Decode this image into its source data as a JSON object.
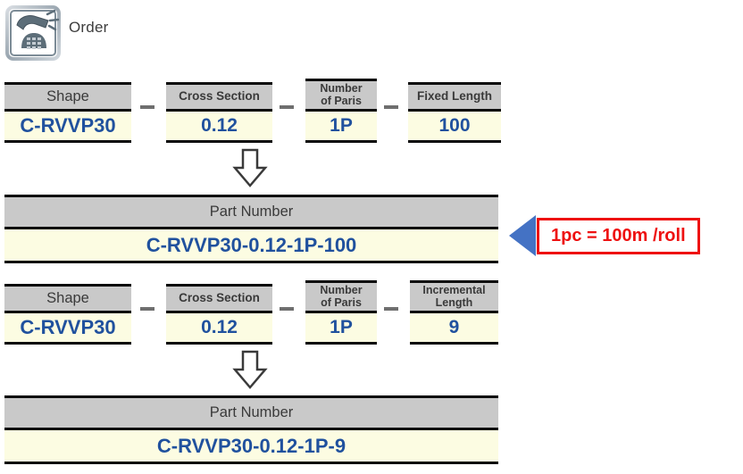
{
  "header": {
    "icon": "telephone-order-icon",
    "label": "Order"
  },
  "colors": {
    "header_fill": "#c9c9c9",
    "value_fill": "#fcfce2",
    "value_text": "#20519e",
    "border": "#0b0b0b",
    "callout_red": "#ee1111",
    "callout_triangle_blue": "#4472c4"
  },
  "groups": [
    {
      "id": "fixed-length-example",
      "fields": [
        {
          "label": "Shape",
          "value": "C-RVVP30"
        },
        {
          "label": "Cross Section",
          "value": "0.12"
        },
        {
          "label_line1": "Number",
          "label_line2": "of Paris",
          "value": "1P"
        },
        {
          "label": "Fixed Length",
          "value": "100"
        }
      ],
      "separator": "–",
      "arrow": "down-arrow",
      "result": {
        "label": "Part Number",
        "value": "C-RVVP30-0.12-1P-100"
      },
      "callout": {
        "text": "1pc = 100m /roll",
        "pointer": "left-triangle"
      }
    },
    {
      "id": "incremental-length-example",
      "fields": [
        {
          "label": "Shape",
          "value": "C-RVVP30"
        },
        {
          "label": "Cross Section",
          "value": "0.12"
        },
        {
          "label_line1": "Number",
          "label_line2": "of Paris",
          "value": "1P"
        },
        {
          "label_line1": "Incremental",
          "label_line2": "Length",
          "value": "9"
        }
      ],
      "separator": "–",
      "arrow": "down-arrow",
      "result": {
        "label": "Part Number",
        "value": "C-RVVP30-0.12-1P-9"
      }
    }
  ]
}
